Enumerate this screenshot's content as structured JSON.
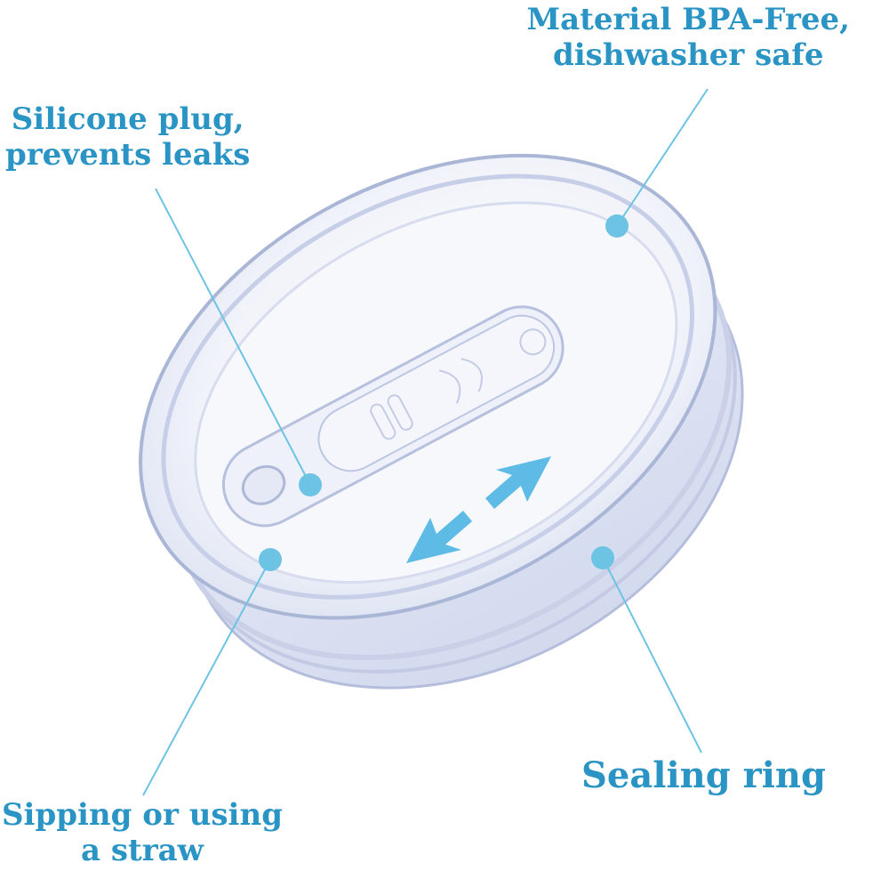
{
  "callouts": {
    "material": {
      "line1": "Material BPA-Free,",
      "line2": "dishwasher safe"
    },
    "silicone": {
      "line1": "Silicone plug,",
      "line2": "prevents leaks"
    },
    "sealing": {
      "line1": "Sealing ring"
    },
    "sipping": {
      "line1": "Sipping or using",
      "line2": "a straw"
    }
  },
  "colors": {
    "label_text": "#2a94c4",
    "callout_line": "#6cc3e3",
    "callout_dot": "#6cc3e3",
    "arrow": "#5dbbe6",
    "lid_edge": "#b4bedc",
    "lid_fill": "#eef1f9"
  },
  "icons": {
    "slide_arrow": "double-arrow-icon"
  }
}
